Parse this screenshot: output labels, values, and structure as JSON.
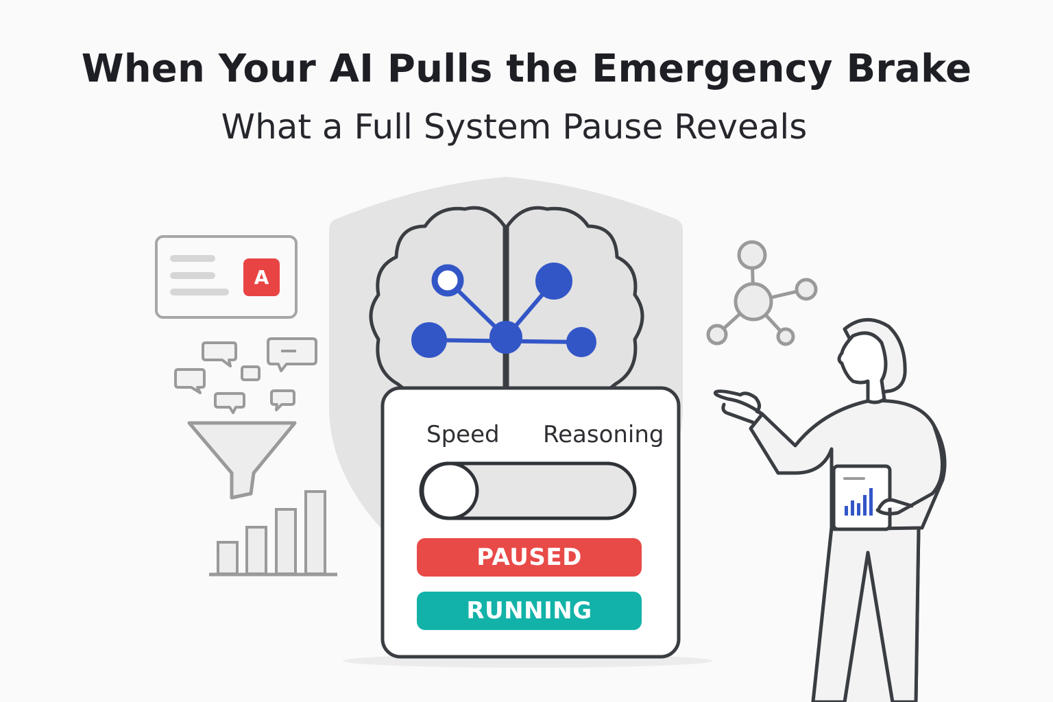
{
  "header": {
    "title": "When Your AI Pulls the Emergency Brake",
    "subtitle": "What a Full System Pause Reveals"
  },
  "panel": {
    "left_label": "Speed",
    "right_label": "Reasoning",
    "toggle_position": "speed",
    "status_paused": "PAUSED",
    "status_running": "RUNNING"
  },
  "document_card": {
    "badge_letter": "A"
  },
  "icons": [
    "document-card-icon",
    "chat-bubble-icon",
    "funnel-icon",
    "bar-chart-icon",
    "shield-icon",
    "brain-icon",
    "network-icon",
    "person-icon",
    "tablet-chart-icon"
  ],
  "colors": {
    "accent_blue": "#3356c7",
    "paused_red": "#e84a48",
    "running_teal": "#12b2a8",
    "badge_red": "#e84444",
    "outline": "#3a3d42",
    "gray_line": "#9a9a9a"
  }
}
